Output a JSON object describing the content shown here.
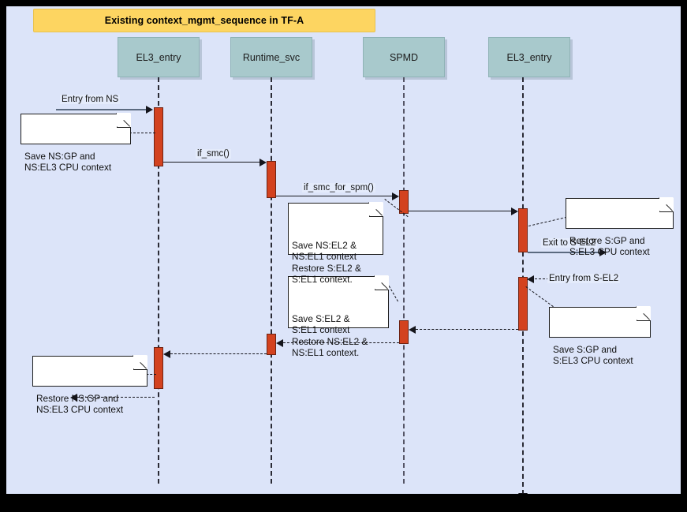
{
  "title": "Existing context_mgmt_sequence in TF-A",
  "diagram": {
    "type": "uml-sequence-diagram",
    "background_color": "#dce4f9",
    "title_banner_color": "#fdd561",
    "lifeline_box_color": "#a8c9cc",
    "activation_color": "#d3421f"
  },
  "lifelines": [
    {
      "id": "ll0",
      "label": "EL3_entry"
    },
    {
      "id": "ll1",
      "label": "Runtime_svc"
    },
    {
      "id": "ll2",
      "label": "SPMD"
    },
    {
      "id": "ll3",
      "label": "EL3_entry"
    }
  ],
  "messages": [
    {
      "id": "m0",
      "label": "Entry from NS",
      "style": "solid",
      "direction": "right"
    },
    {
      "id": "m1",
      "label": "if_smc()",
      "style": "solid",
      "direction": "right"
    },
    {
      "id": "m2",
      "label": "if_smc_for_spm()",
      "style": "solid",
      "direction": "right"
    },
    {
      "id": "m3",
      "label": "",
      "style": "solid",
      "direction": "right"
    },
    {
      "id": "m4",
      "label": "Exit to S-EL2",
      "style": "solid",
      "direction": "right"
    },
    {
      "id": "m5",
      "label": "Entry from S-EL2",
      "style": "dashed",
      "direction": "left"
    },
    {
      "id": "m6",
      "label": "",
      "style": "dashed",
      "direction": "left"
    },
    {
      "id": "m7",
      "label": "",
      "style": "dashed",
      "direction": "left"
    },
    {
      "id": "m8",
      "label": "",
      "style": "dashed",
      "direction": "left"
    }
  ],
  "notes": [
    {
      "id": "n0",
      "text": "Save NS:GP and\nNS:EL3 CPU context"
    },
    {
      "id": "n1",
      "text": "Save NS:EL2 &\nNS:EL1 context\nRestore S:EL2 &\nS:EL1 context."
    },
    {
      "id": "n2",
      "text": "Restore S:GP and\nS:EL3 CPU context"
    },
    {
      "id": "n3",
      "text": "Save S:EL2 &\nS:EL1 context\nRestore NS:EL2 &\nNS:EL1 context."
    },
    {
      "id": "n4",
      "text": "Save S:GP and\nS:EL3 CPU context"
    },
    {
      "id": "n5",
      "text": "Restore NS:GP and\nNS:EL3 CPU context"
    }
  ]
}
